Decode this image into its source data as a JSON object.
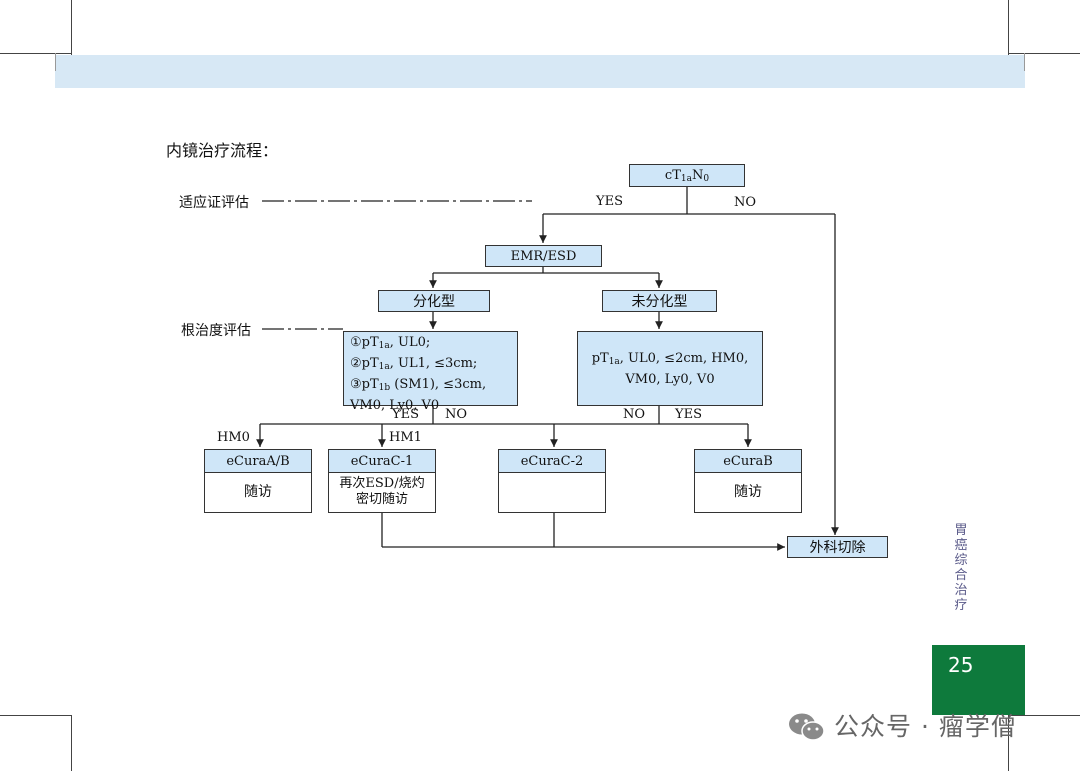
{
  "heading": "内镜治疗流程：",
  "side_labels": {
    "indication": "适应证评估",
    "curability": "根治度评估"
  },
  "nodes": {
    "ct1an0": {
      "main": "cT",
      "sub": "1a",
      "tail": "N",
      "sub2": "0"
    },
    "emr_esd": "EMR/ESD",
    "differentiated": "分化型",
    "undifferentiated": "未分化型",
    "diff_criteria": [
      {
        "prefix": "①pT",
        "sub": "1a",
        "rest": ", UL0;"
      },
      {
        "prefix": "②pT",
        "sub": "1a",
        "rest": ", UL1, ≤3cm;"
      },
      {
        "prefix": "③pT",
        "sub": "1b",
        "rest": " (SM1), ≤3cm,"
      },
      {
        "prefix": "VM0, Ly0, V0",
        "sub": "",
        "rest": ""
      }
    ],
    "undiff_criteria": [
      {
        "prefix": "pT",
        "sub": "1a",
        "rest": ", UL0, ≤2cm, HM0,"
      },
      {
        "prefix": "VM0, Ly0, V0",
        "sub": "",
        "rest": ""
      }
    ],
    "ecura_ab": {
      "title": "eCuraA/B",
      "body": "随访"
    },
    "ecura_c1": {
      "title": "eCuraC-1",
      "body": "再次ESD/烧灼\n密切随访"
    },
    "ecura_c2": {
      "title": "eCuraC-2",
      "body": ""
    },
    "ecura_b": {
      "title": "eCuraB",
      "body": "随访"
    },
    "surgery": "外科切除"
  },
  "edge_labels": {
    "top_yes": "YES",
    "top_no": "NO",
    "diff_yes": "YES",
    "diff_no": "NO",
    "undiff_no": "NO",
    "undiff_yes": "YES",
    "hm0": "HM0",
    "hm1": "HM1"
  },
  "vertical_title": [
    "胃",
    "癌",
    "综",
    "合",
    "治",
    "疗"
  ],
  "page_number": "25",
  "watermark": "公众号 · 瘤学僧",
  "colors": {
    "box_fill": "#cfe6f8",
    "band": "#d7e8f5",
    "page_box": "#0e7a3c",
    "title_color": "#5b5b8a"
  }
}
